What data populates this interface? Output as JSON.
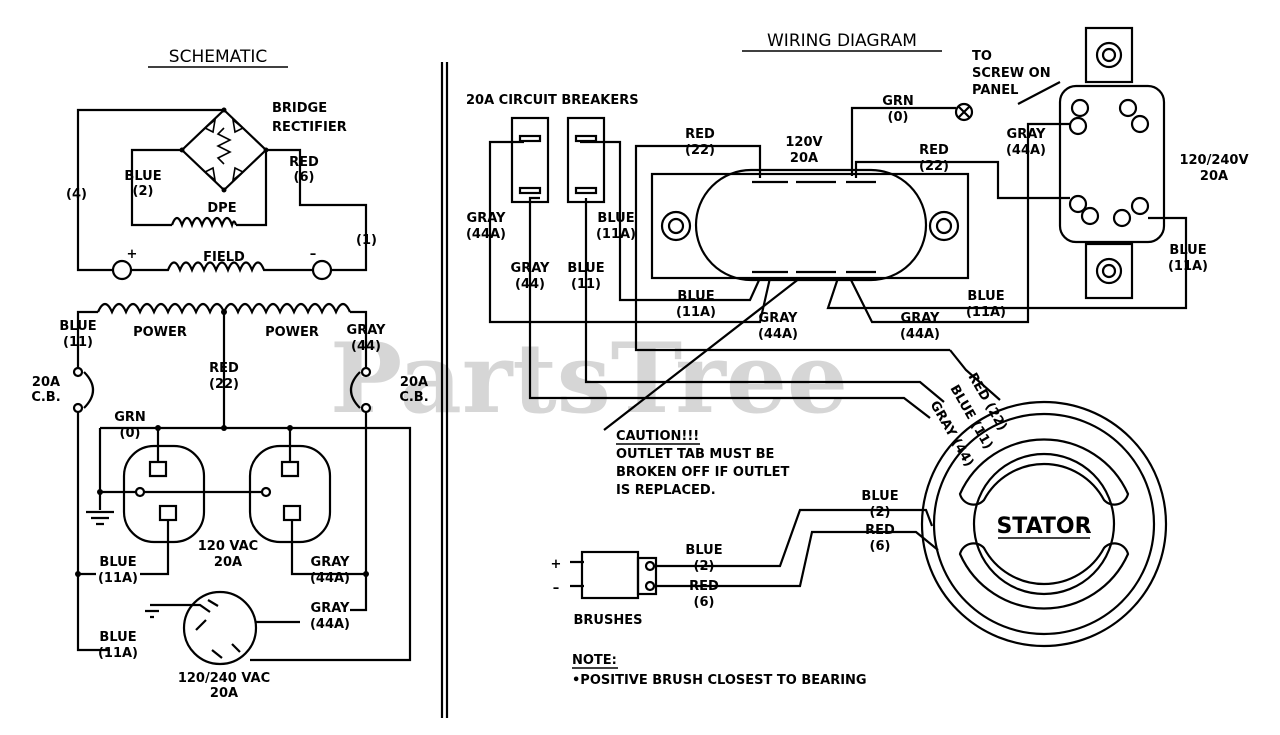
{
  "watermark": "PartsTree",
  "schematic": {
    "title": "SCHEMATIC",
    "bridge_rectifier": [
      "BRIDGE",
      "RECTIFIER"
    ],
    "blue_2": [
      "BLUE",
      "(2)"
    ],
    "red_6": [
      "RED",
      "(6)"
    ],
    "lead_4": "(4)",
    "lead_1": "(1)",
    "dpe": "DPE",
    "field": "FIELD",
    "plus": "+",
    "minus": "–",
    "power_left": "POWER",
    "power_right": "POWER",
    "blue_11": [
      "BLUE",
      "(11)"
    ],
    "gray_44": [
      "GRAY",
      "(44)"
    ],
    "red_22": [
      "RED",
      "(22)"
    ],
    "cb_left": [
      "20A",
      "C.B."
    ],
    "cb_right": [
      "20A",
      "C.B."
    ],
    "grn_0": [
      "GRN",
      "(0)"
    ],
    "outlet_120": [
      "120 VAC",
      "20A"
    ],
    "blue_11a_upper": [
      "BLUE",
      "(11A)"
    ],
    "gray_44a_upper": [
      "GRAY",
      "(44A)"
    ],
    "gray_44a_lower": [
      "GRAY",
      "(44A)"
    ],
    "blue_11a_lower": [
      "BLUE",
      "(11A)"
    ],
    "outlet_240": [
      "120/240 VAC",
      "20A"
    ]
  },
  "wiring": {
    "title": "WIRING DIAGRAM",
    "breakers": "20A CIRCUIT BREAKERS",
    "to_screw": [
      "TO",
      "SCREW ON",
      "PANEL"
    ],
    "grn_0": [
      "GRN",
      "(0)"
    ],
    "red_22_left": [
      "RED",
      "(22)"
    ],
    "outlet_120v": [
      "120V",
      "20A"
    ],
    "red_22_right": [
      "RED",
      "(22)"
    ],
    "gray_44a_top": [
      "GRAY",
      "(44A)"
    ],
    "outlet_240v": [
      "120/240V",
      "20A"
    ],
    "gray_44a_left": [
      "GRAY",
      "(44A)"
    ],
    "blue_11a_left": [
      "BLUE",
      "(11A)"
    ],
    "gray_44": [
      "GRAY",
      "(44)"
    ],
    "blue_11": [
      "BLUE",
      "(11)"
    ],
    "blue_11a_mid": [
      "BLUE",
      "(11A)"
    ],
    "gray_44a_mid": [
      "GRAY",
      "(44A)"
    ],
    "gray_44a_mid2": [
      "GRAY",
      "(44A)"
    ],
    "blue_11a_right": [
      "BLUE",
      "(11A)"
    ],
    "blue_11a_far": [
      "BLUE",
      "(11A)"
    ],
    "stator_leads": [
      "RED (22)",
      "BLUE (11)",
      "GRAY (44)"
    ],
    "caution": [
      "CAUTION!!!",
      "OUTLET TAB MUST BE",
      "BROKEN OFF IF OUTLET",
      "IS REPLACED."
    ],
    "stator": "STATOR",
    "blue_2_stator": [
      "BLUE",
      "(2)"
    ],
    "red_6_stator": [
      "RED",
      "(6)"
    ],
    "blue_2_brush": [
      "BLUE",
      "(2)"
    ],
    "red_6_brush": [
      "RED",
      "(6)"
    ],
    "brushes": "BRUSHES",
    "brush_plus": "+",
    "brush_minus": "–",
    "note_title": "NOTE:",
    "note_body": "•POSITIVE BRUSH CLOSEST TO BEARING"
  }
}
